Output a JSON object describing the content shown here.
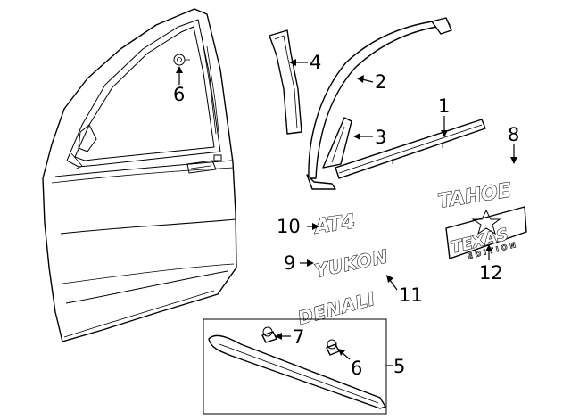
{
  "callouts": {
    "c1": "1",
    "c2": "2",
    "c3": "3",
    "c4": "4",
    "c5": "5",
    "c6_door": "6",
    "c6_box": "6",
    "c7": "7",
    "c8": "8",
    "c9": "9",
    "c10": "10",
    "c11": "11",
    "c12": "12"
  },
  "emblems": {
    "tahoe": "TAHOE",
    "texas": "TEXAS",
    "texas_sub": "EDITION",
    "at4": "AT4",
    "yukon": "YUKON",
    "denali": "DENALI"
  }
}
